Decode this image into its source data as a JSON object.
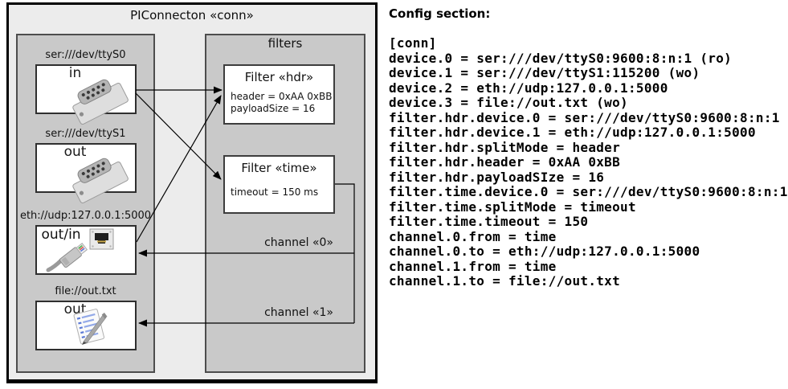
{
  "diagram": {
    "title": "PIConnecton «conn»",
    "devices_panel": {
      "devices": [
        {
          "url": "ser:///dev/ttyS0",
          "io": "in",
          "icon": "serial-connector"
        },
        {
          "url": "ser:///dev/ttyS1",
          "io": "out",
          "icon": "serial-connector"
        },
        {
          "url": "eth://udp:127.0.0.1:5000",
          "io": "out/in",
          "icon": "ethernet-connector"
        },
        {
          "url": "file://out.txt",
          "io": "out",
          "icon": "notepad"
        }
      ]
    },
    "filters_panel": {
      "label": "filters",
      "filters": [
        {
          "title": "Filter «hdr»",
          "attributes": [
            "header = 0xAA 0xBB",
            "payloadSize = 16"
          ]
        },
        {
          "title": "Filter «time»",
          "attributes": [
            "timeout = 150 ms"
          ]
        }
      ]
    },
    "channels": [
      {
        "label": "channel «0»"
      },
      {
        "label": "channel «1»"
      }
    ]
  },
  "config": {
    "heading": "Config section:",
    "lines": [
      "[conn]",
      "device.0 = ser:///dev/ttyS0:9600:8:n:1 (ro)",
      "device.1 = ser:///dev/ttyS1:115200 (wo)",
      "device.2 = eth://udp:127.0.0.1:5000",
      "device.3 = file://out.txt (wo)",
      "filter.hdr.device.0 = ser:///dev/ttyS0:9600:8:n:1",
      "filter.hdr.device.1 = eth://udp:127.0.0.1:5000",
      "filter.hdr.splitMode = header",
      "filter.hdr.header = 0xAA 0xBB",
      "filter.hdr.payloadSIze = 16",
      "filter.time.device.0 = ser:///dev/ttyS0:9600:8:n:1",
      "filter.time.splitMode = timeout",
      "filter.time.timeout = 150",
      "channel.0.from = time",
      "channel.0.to = eth://udp:127.0.0.1:5000",
      "channel.1.from = time",
      "channel.1.to = file://out.txt"
    ]
  }
}
